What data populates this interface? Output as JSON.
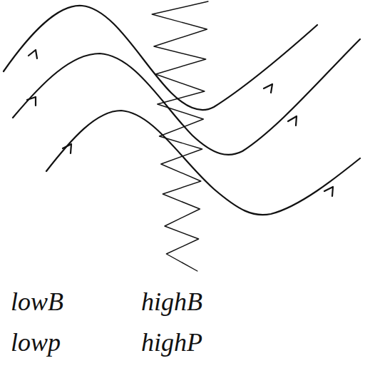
{
  "diagram": {
    "labels": [
      "lowB",
      "lowp",
      "highB",
      "highP"
    ]
  }
}
